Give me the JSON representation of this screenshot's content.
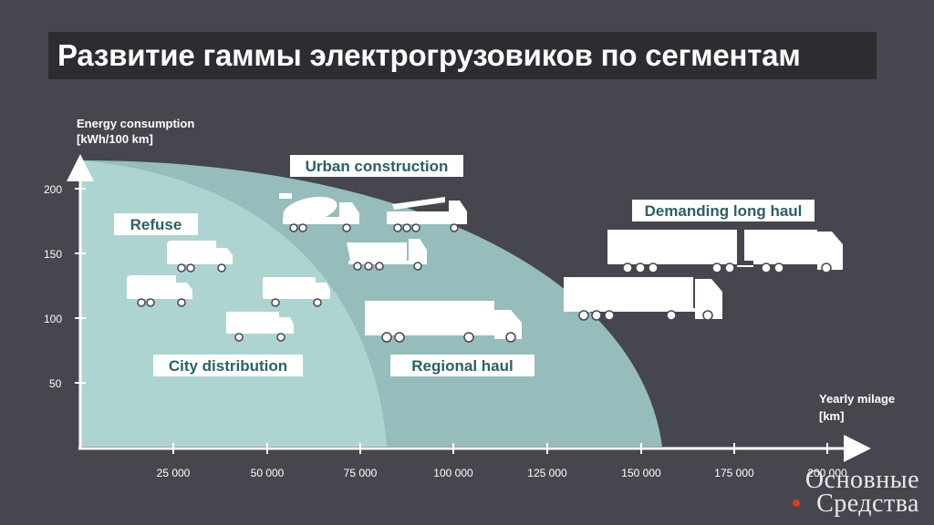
{
  "title": "Развитие гаммы электрогрузовиков по сегментам",
  "y_axis": {
    "label_line1": "Energy consumption",
    "label_line2": "[kWh/100 km]",
    "ticks": [
      "200",
      "150",
      "100",
      "50"
    ]
  },
  "x_axis": {
    "label_line1": "Yearly milage",
    "label_line2": "[km]",
    "ticks": [
      "25 000",
      "50 000",
      "75 000",
      "100 000",
      "125 000",
      "150 000",
      "175 000",
      "200 000"
    ]
  },
  "segments": {
    "refuse": "Refuse",
    "urban_construction": "Urban construction",
    "city_distribution": "City distribution",
    "regional_haul": "Regional haul",
    "demanding_long_haul": "Demanding long haul"
  },
  "watermark": {
    "line1": "Основные",
    "line2": "Средства"
  },
  "colors": {
    "background": "#46464e",
    "inner_zone": "#aed4d2",
    "outer_zone": "#97bcbc",
    "label_text": "#2e5f66"
  }
}
